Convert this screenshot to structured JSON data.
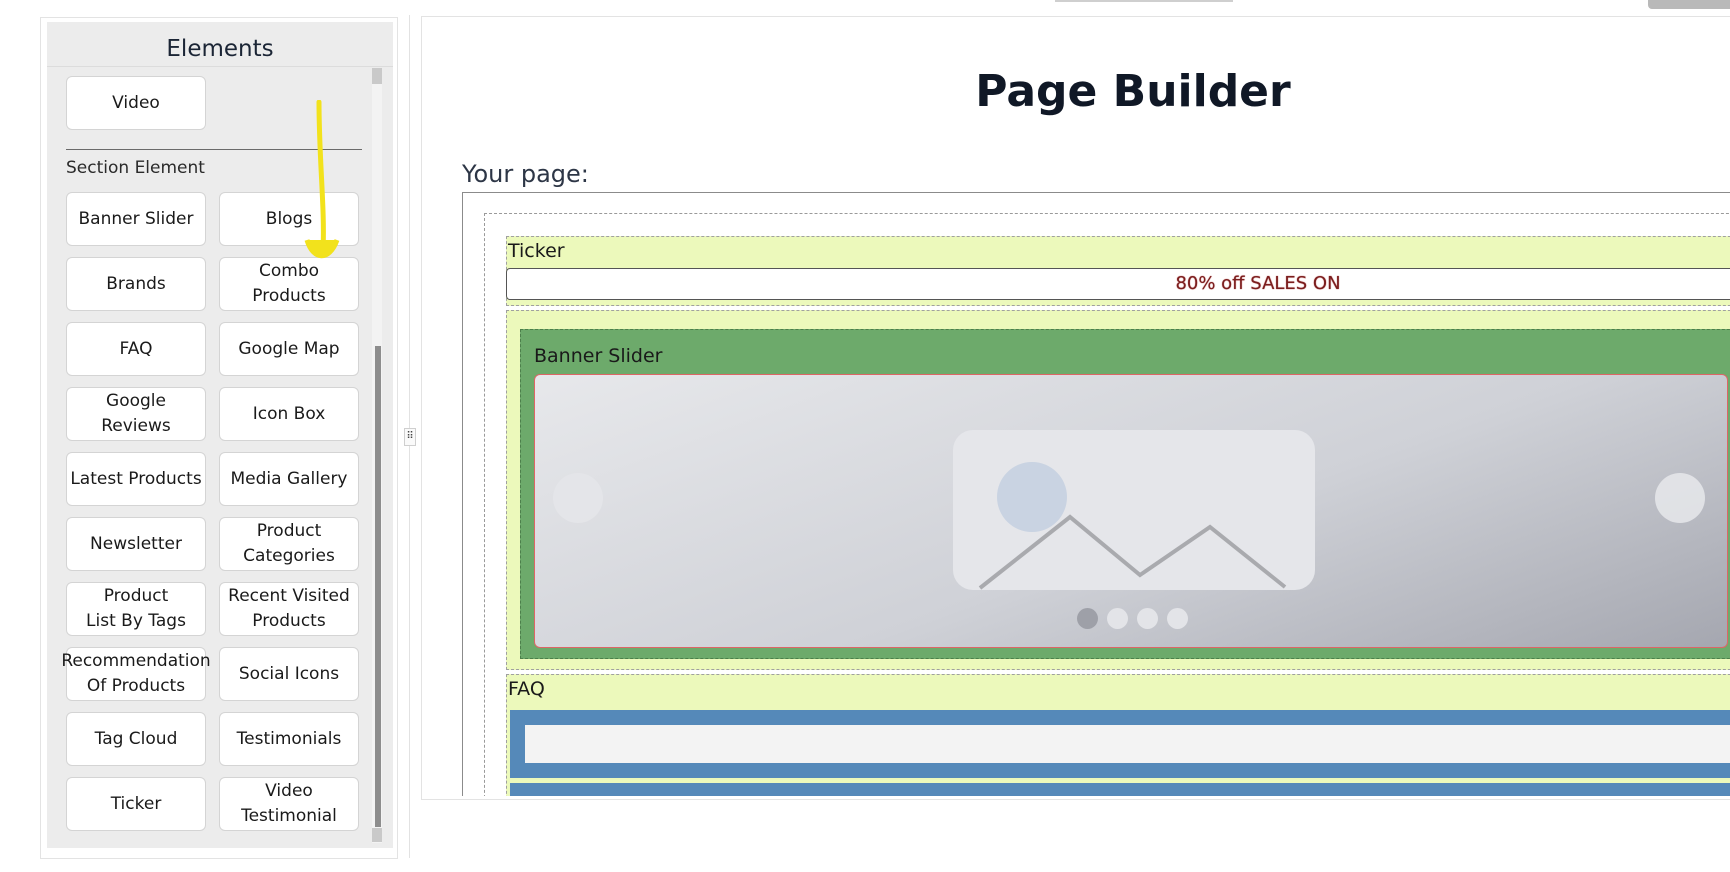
{
  "sidebar": {
    "title": "Elements",
    "top_items": [
      {
        "label": "Video"
      }
    ],
    "section_label": "Section Element",
    "section_items": [
      {
        "label": "Banner Slider"
      },
      {
        "label": "Blogs"
      },
      {
        "label": "Brands"
      },
      {
        "label": "Combo\nProducts"
      },
      {
        "label": "FAQ"
      },
      {
        "label": "Google Map"
      },
      {
        "label": "Google\nReviews"
      },
      {
        "label": "Icon Box"
      },
      {
        "label": "Latest Products"
      },
      {
        "label": "Media Gallery"
      },
      {
        "label": "Newsletter"
      },
      {
        "label": "Product\nCategories"
      },
      {
        "label": "Product\nList By Tags"
      },
      {
        "label": "Recent Visited\nProducts"
      },
      {
        "label": "Recommendation\nOf Products"
      },
      {
        "label": "Social Icons"
      },
      {
        "label": "Tag Cloud"
      },
      {
        "label": "Testimonials"
      },
      {
        "label": "Ticker"
      },
      {
        "label": "Video\nTestimonial"
      }
    ]
  },
  "builder": {
    "title": "Page Builder",
    "your_page_label": "Your page:",
    "ticker": {
      "label": "Ticker",
      "text": "80% off SALES ON"
    },
    "banner": {
      "label": "Banner Slider",
      "dots": 4,
      "active_dot": 0
    },
    "faq": {
      "label": "FAQ"
    }
  },
  "colors": {
    "section_bg": "#ecf9bb",
    "banner_green": "#6daa6b",
    "faq_blue": "#5589b9",
    "annotation_arrow": "#f2e21c"
  }
}
